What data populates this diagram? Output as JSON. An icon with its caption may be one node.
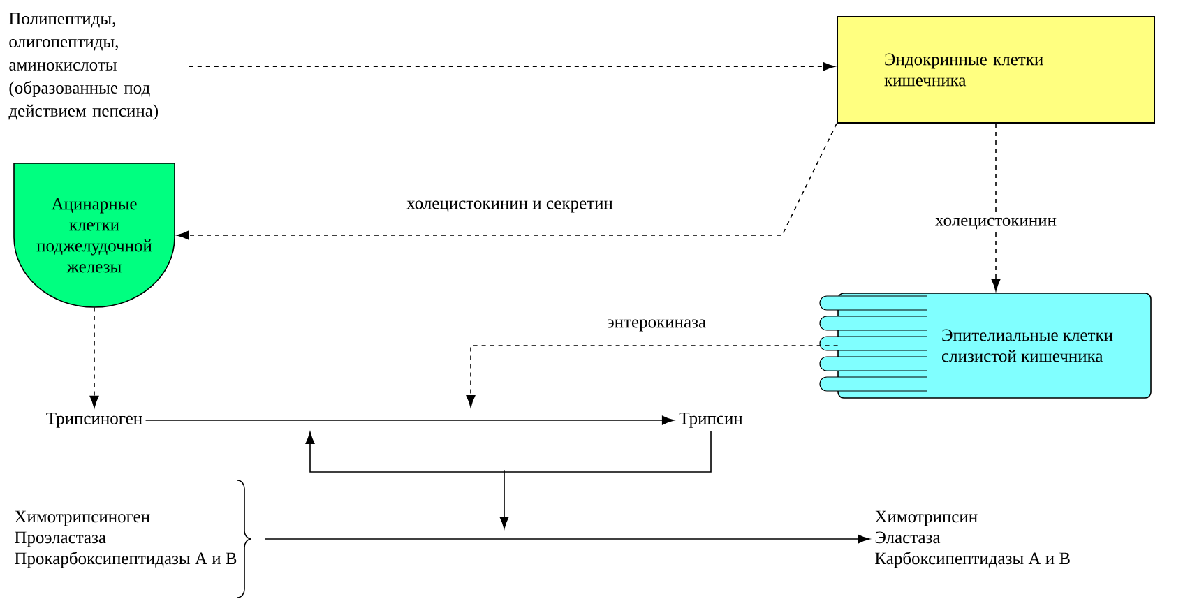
{
  "diagram": {
    "nodes": [
      {
        "text": [
          "Полипептиды, олигопептиды, аминокислоты (образованные под действием пепсина)"
        ]
      },
      {
        "text": [
          "Эндокринные клетки кишечника"
        ]
      },
      {
        "text": [
          "Ацинарные клетки поджелудочной железы"
        ]
      },
      {
        "text": [
          "Эпителиальные клетки слизистой кишечника"
        ]
      },
      {
        "text": [
          "Трипсиноген"
        ]
      },
      {
        "text": [
          "Трипсин"
        ]
      },
      {
        "text": [
          "Химотрипсиноген",
          "Проэластаза",
          "Прокарбоксипептидазы А и В"
        ]
      },
      {
        "text": [
          "Химотрипсин",
          "Эластаза",
          "Карбоксипептидазы А и В"
        ]
      }
    ],
    "edges": [
      {
        "from": 0,
        "to": 1,
        "arrow": "to",
        "style": "dashed"
      },
      {
        "from": 1,
        "to": 2,
        "arrow": "to",
        "style": "dashed",
        "label": "холецистокинин и секретин"
      },
      {
        "from": 1,
        "to": 3,
        "arrow": "to",
        "style": "dashed",
        "label": "холецистокинин"
      },
      {
        "from": 2,
        "to": 4,
        "arrow": "to",
        "style": "dashed"
      },
      {
        "from": 4,
        "to": 5,
        "arrow": "to"
      },
      {
        "from": 3,
        "to": null,
        "arrow": "to",
        "style": "dashed",
        "label": "энтерокиназа"
      },
      {
        "from": 5,
        "to": null,
        "arrow": "to"
      },
      {
        "from": 5,
        "to": null,
        "arrow": "to"
      },
      {
        "from": 6,
        "to": 7,
        "arrow": "to"
      }
    ]
  }
}
